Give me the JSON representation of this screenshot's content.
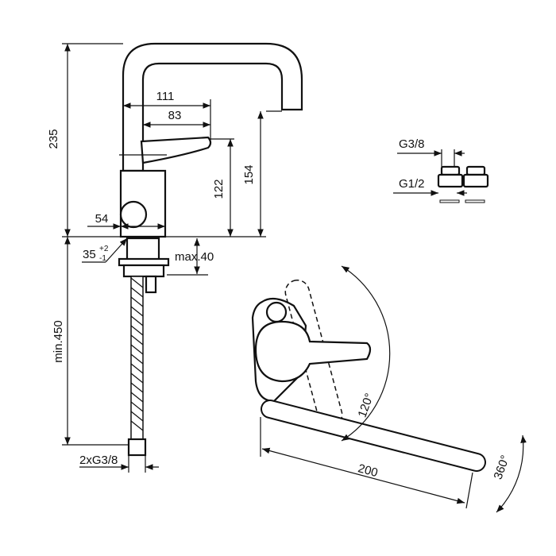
{
  "dimensions": {
    "height_total": "235",
    "reach_outer": "111",
    "reach_inner": "83",
    "lever_height": "122",
    "spout_height": "154",
    "body_width": "54",
    "hole_diameter": "35",
    "hole_tol_plus": "+2",
    "hole_tol_minus": "-1",
    "deck_thickness": "max.40",
    "hose_length": "min.450",
    "hose_connection": "2xG3/8",
    "spout_length": "200"
  },
  "adapters": {
    "thread_small": "G3/8",
    "thread_large": "G1/2"
  },
  "angles": {
    "lever_rotation": "120°",
    "spout_rotation": "360°"
  }
}
